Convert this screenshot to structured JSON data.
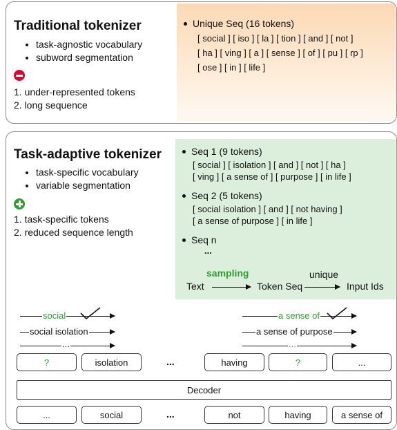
{
  "top": {
    "title": "Traditional tokenizer",
    "bullets": [
      "task-agnostic vocabulary",
      "subword segmentation"
    ],
    "issues": [
      "1. under-represented tokens",
      "2. long sequence"
    ],
    "box": {
      "heading": "Unique Seq (16 tokens)",
      "lines": [
        "[ social ] [ iso ] [ la ] [ tion ] [ and ] [ not ]",
        "[ ha ] [ ving ] [ a ] [ sense ] [ of ] [ pu ] [ rp ]",
        "[ ose ] [ in ] [ life ]"
      ]
    }
  },
  "bottom": {
    "title": "Task-adaptive tokenizer",
    "bullets": [
      "task-specific vocabulary",
      "variable segmentation"
    ],
    "benefits": [
      "1. task-specific tokens",
      "2. reduced sequence length"
    ],
    "box": {
      "seq1_heading": "Seq 1 (9 tokens)",
      "seq1_lines": [
        "[ social ] [ isolation ] [ and ] [ not ] [ ha ]",
        "[ ving ] [ a sense of ] [ purpose ] [ in life ]"
      ],
      "seq2_heading": "Seq 2 (5 tokens)",
      "seq2_lines": [
        "[ social isolation ] [ and ] [ not having ]",
        "[ a sense of purpose ] [ in life ]"
      ],
      "seqn_heading": "Seq n",
      "seqn_ellipsis": "...",
      "flow": {
        "sampling": "sampling",
        "unique": "unique",
        "text": "Text",
        "token_seq": "Token Seq",
        "input_ids": "Input Ids"
      }
    },
    "candidates_left": [
      "social",
      "social isolation",
      "..."
    ],
    "candidates_right": [
      "a sense of",
      "a sense of purpose",
      "..."
    ],
    "decoder_top": [
      "?",
      "isolation",
      "...",
      "having",
      "?",
      "..."
    ],
    "decoder_label": "Decoder",
    "decoder_bottom": [
      "...",
      "social",
      "...",
      "not",
      "having",
      "a sense of"
    ]
  },
  "colors": {
    "accent_green": "#2ca02c",
    "minus_red": "#e8002a",
    "orange_fill": "#fbd9b4",
    "green_fill": "#dcefdc"
  },
  "icons": [
    "minus-circle-icon",
    "plus-circle-icon",
    "check-icon"
  ]
}
